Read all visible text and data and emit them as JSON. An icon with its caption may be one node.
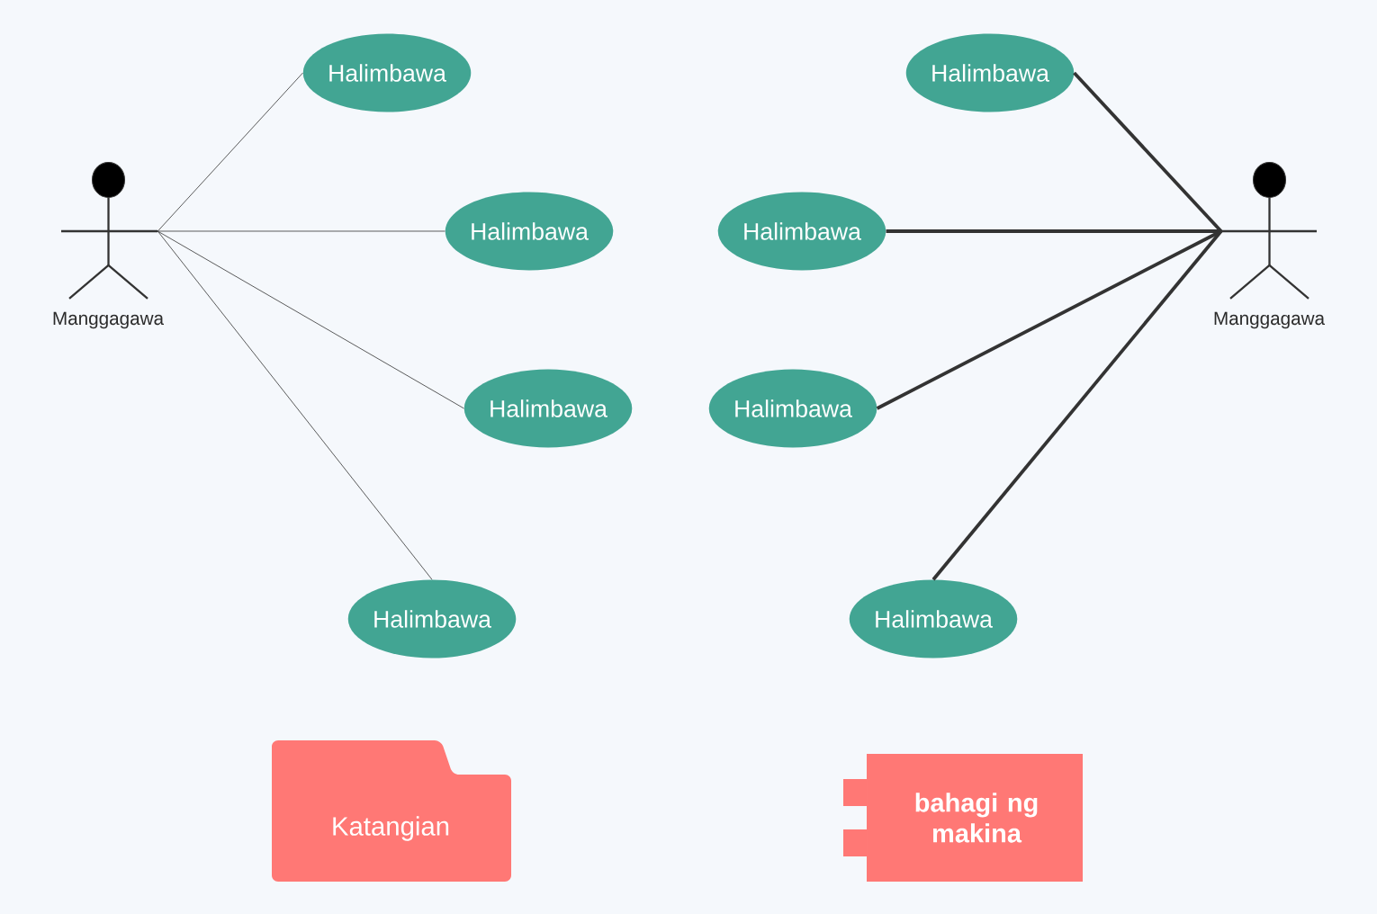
{
  "diagram": {
    "nodes": [
      {
        "text": [
          "Manggagawa"
        ]
      },
      {
        "text": [
          "Halimbawa"
        ]
      },
      {
        "text": [
          "Halimbawa"
        ]
      },
      {
        "text": [
          "Halimbawa"
        ]
      },
      {
        "text": [
          "Halimbawa"
        ]
      },
      {
        "text": [
          "Halimbawa"
        ]
      },
      {
        "text": [
          "Halimbawa"
        ]
      },
      {
        "text": [
          "Halimbawa"
        ]
      },
      {
        "text": [
          "Halimbawa"
        ]
      },
      {
        "text": [
          "Manggagawa"
        ]
      },
      {
        "text": [
          "Katangian"
        ]
      },
      {
        "text": [
          "bahagi ng makina"
        ]
      }
    ],
    "edges": [
      {
        "from": 0,
        "to": 1,
        "arrow": "none"
      },
      {
        "from": 0,
        "to": 2,
        "arrow": "none"
      },
      {
        "from": 0,
        "to": 3,
        "arrow": "none"
      },
      {
        "from": 0,
        "to": 4,
        "arrow": "none"
      },
      {
        "from": 9,
        "to": 5,
        "arrow": "none",
        "style": "thick"
      },
      {
        "from": 9,
        "to": 6,
        "arrow": "none",
        "style": "thick"
      },
      {
        "from": 9,
        "to": 7,
        "arrow": "none",
        "style": "thick"
      },
      {
        "from": 9,
        "to": 8,
        "arrow": "none",
        "style": "thick"
      }
    ]
  }
}
